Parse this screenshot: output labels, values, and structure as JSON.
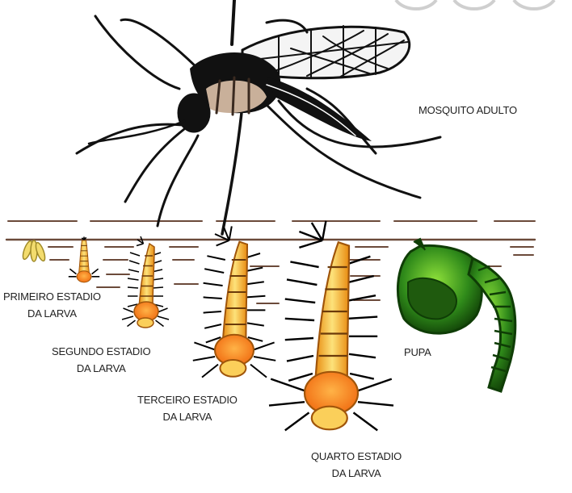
{
  "labels": {
    "adult": "MOSQUITO ADULTO",
    "stage1": [
      "PRIMEIRO ESTADIO",
      "DA LARVA"
    ],
    "stage2": [
      "SEGUNDO ESTADIO",
      "DA LARVA"
    ],
    "stage3": [
      "TERCEIRO ESTADIO",
      "DA LARVA"
    ],
    "stage4": [
      "QUARTO ESTADIO",
      "DA LARVA"
    ],
    "pupa": "PUPA"
  },
  "colors": {
    "insect_body": "#111111",
    "larva_body": "#f2a623",
    "larva_highlight": "#fde27a",
    "larva_thorax": "#ff7a22",
    "pupa_green": "#2f7d1a",
    "pupa_dark": "#0f3d06",
    "egg_yellow": "#f3dc6e",
    "water_line": "#6b4a3a"
  },
  "icons": [
    "mosquito-adult-icon",
    "egg-cluster-icon",
    "larva-icon",
    "pupa-icon"
  ]
}
